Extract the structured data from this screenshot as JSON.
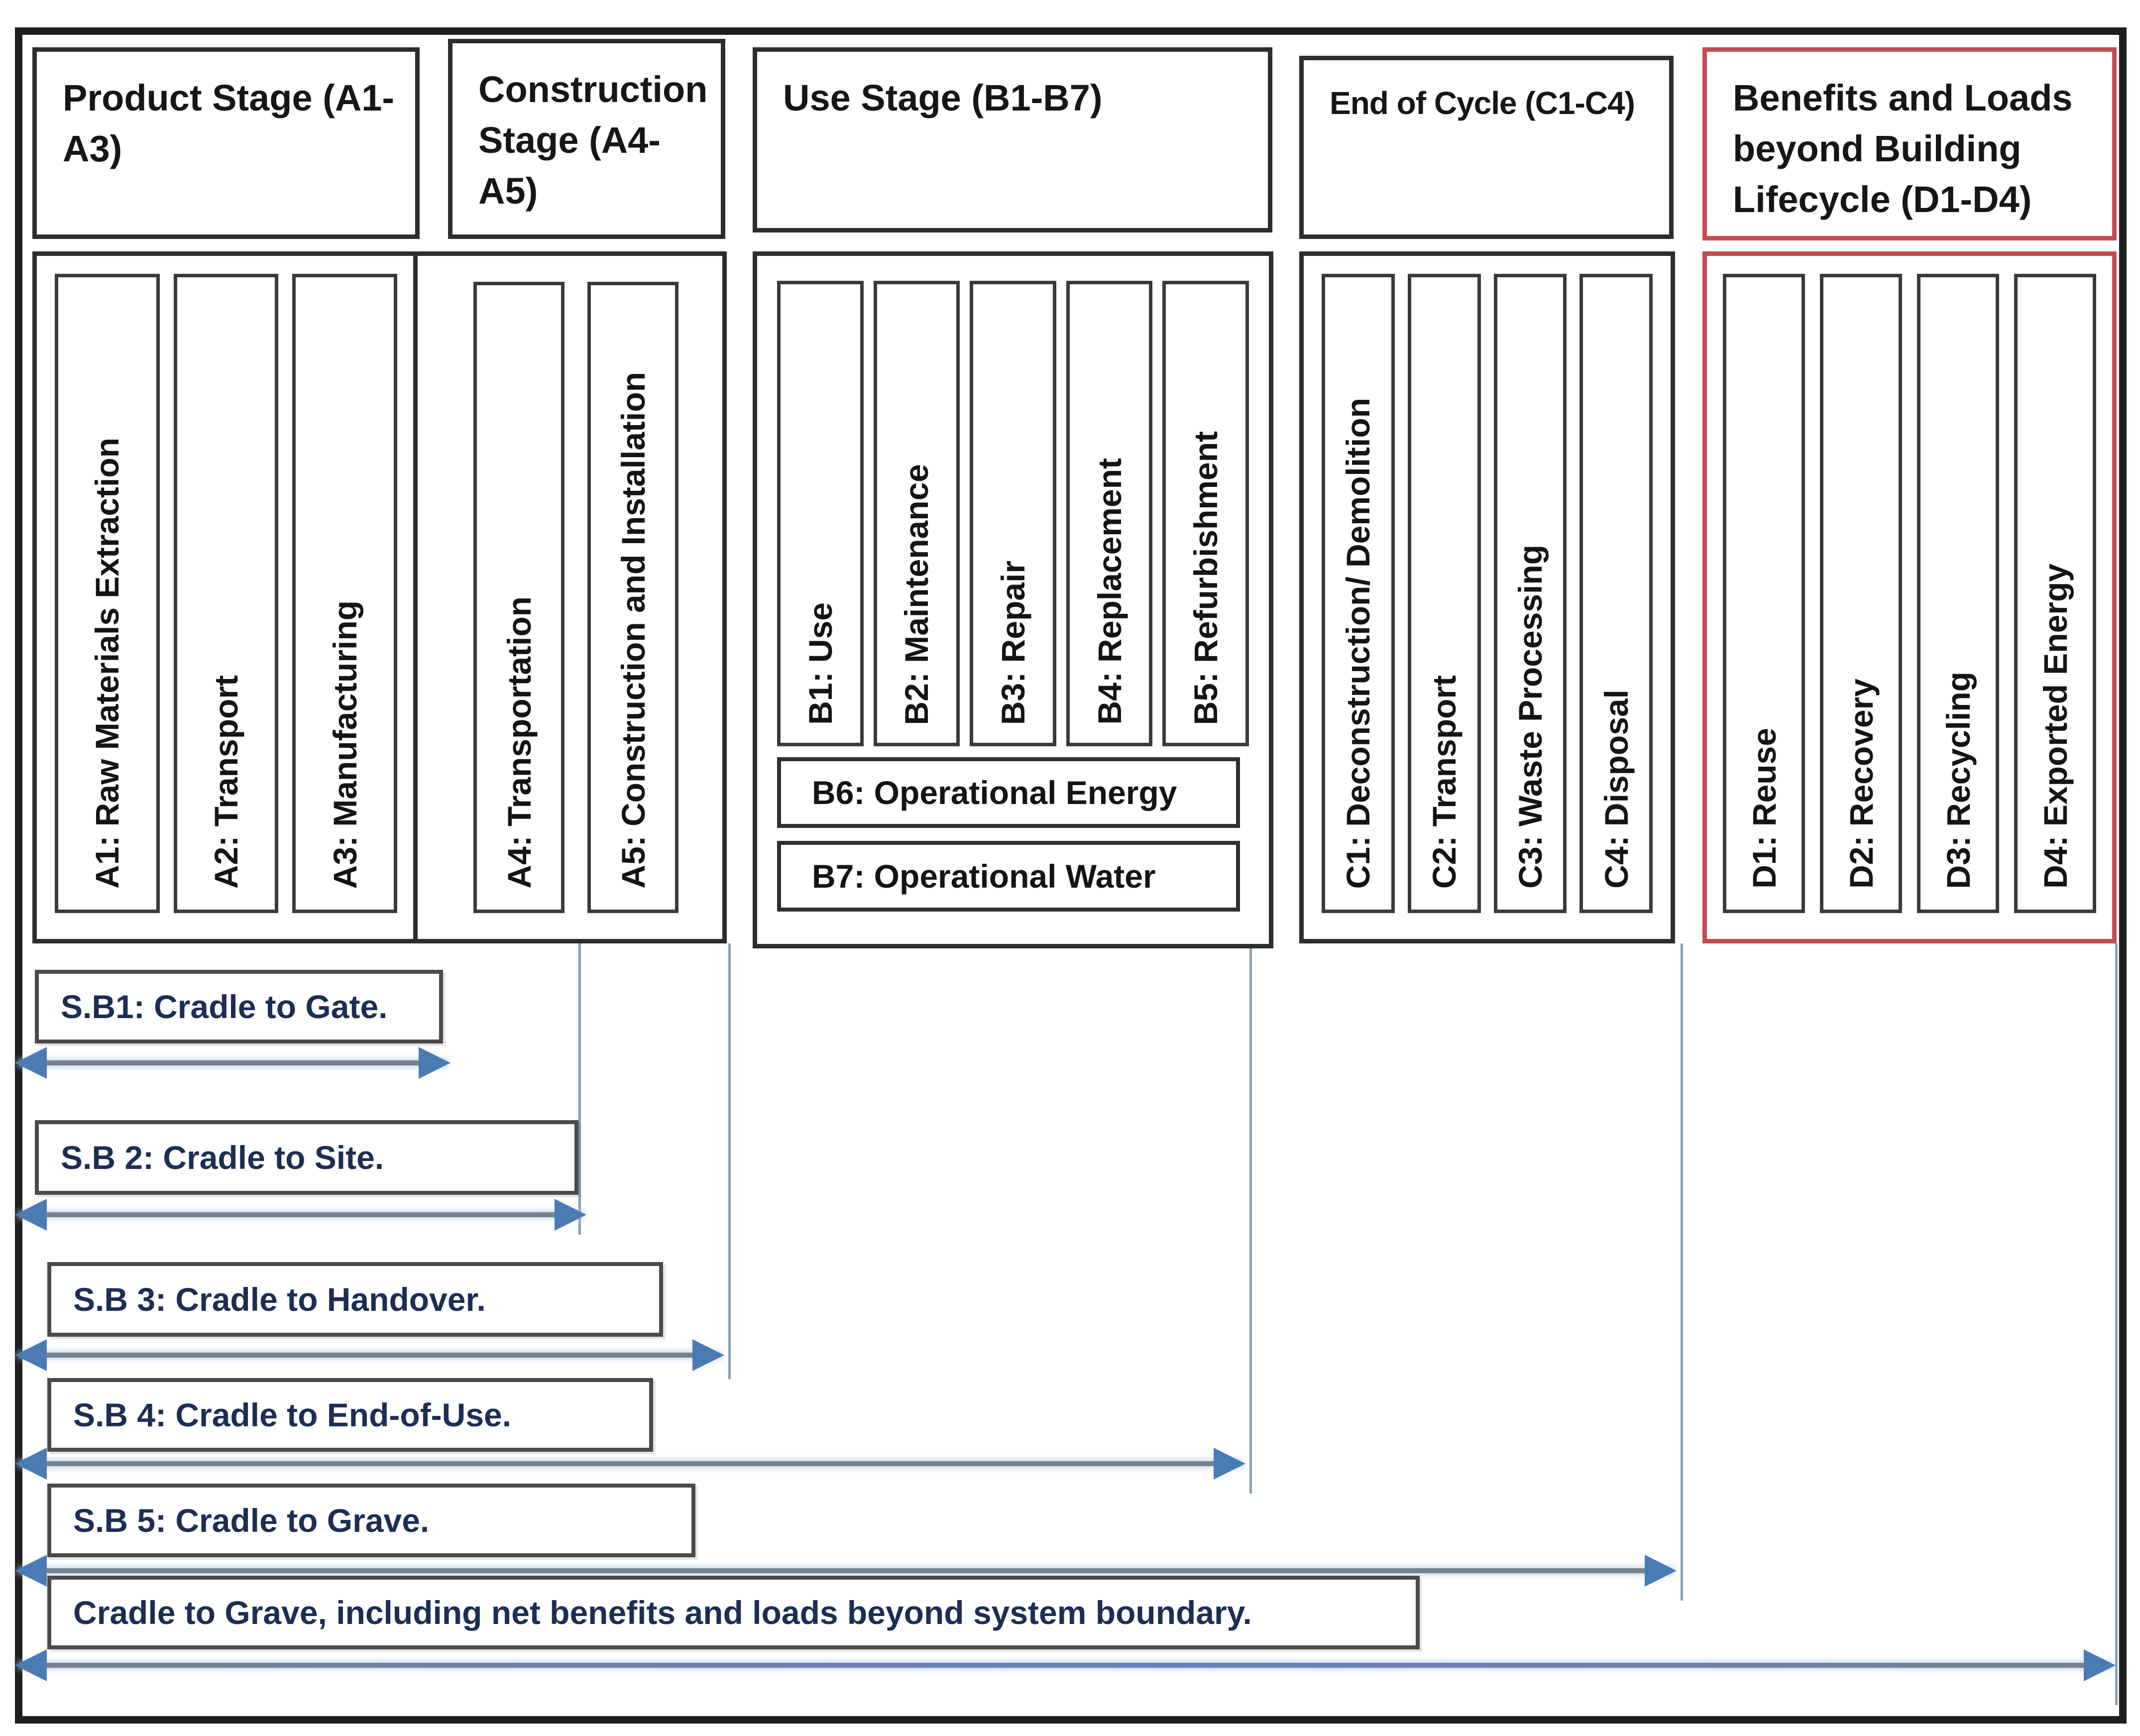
{
  "stages": [
    {
      "title": "Product Stage (A1-A3)",
      "items": [
        "A1: Raw Materials Extraction",
        "A2: Transport",
        "A3: Manufacturing"
      ]
    },
    {
      "title": "Construction Stage (A4-A5)",
      "items": [
        "A4: Transportation",
        "A5: Construction and Installation"
      ]
    },
    {
      "title": "Use Stage (B1-B7)",
      "items": [
        "B1: Use",
        "B2: Maintenance",
        "B3: Repair",
        "B4: Replacement",
        "B5: Refurbishment"
      ],
      "banners": [
        "B6: Operational Energy",
        "B7: Operational Water"
      ]
    },
    {
      "title": "End of Cycle (C1-C4)",
      "items": [
        "C1: Deconstruction/ Demolition",
        "C2: Transport",
        "C3: Waste Processing",
        "C4: Disposal"
      ]
    },
    {
      "title": "Benefits and Loads beyond Building Lifecycle (D1-D4)",
      "items": [
        "D1: Reuse",
        "D2: Recovery",
        "D3: Recycling",
        "D4: Exported Energy"
      ]
    }
  ],
  "scopes": [
    {
      "label": "S.B1: Cradle to Gate."
    },
    {
      "label": "S.B 2: Cradle to Site."
    },
    {
      "label": "S.B 3: Cradle to Handover."
    },
    {
      "label": "S.B 4: Cradle to End-of-Use."
    },
    {
      "label": "S.B 5: Cradle to Grave."
    },
    {
      "label": "Cradle to Grave, including net benefits and loads beyond system boundary."
    }
  ],
  "colors": {
    "accent_red": "#c64a52",
    "arrow_head_blue": "#4b7bb5",
    "arrow_line_gray": "#76828e",
    "scope_text_navy": "#1d2e52",
    "ref_line_blue": "#86a0b5",
    "border_black": "#1f1f1f"
  }
}
